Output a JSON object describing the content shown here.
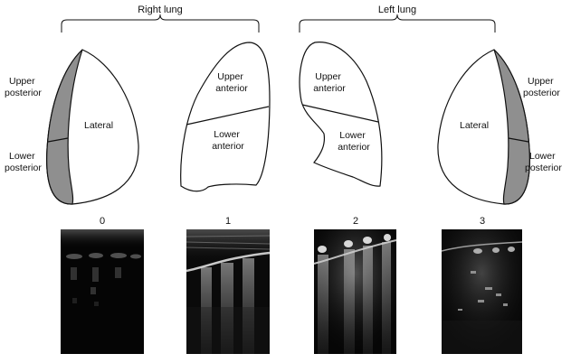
{
  "groups": {
    "right": "Right lung",
    "left": "Left lung"
  },
  "diagrams": {
    "right_lateral": {
      "upper": [
        "Upper",
        "posterior"
      ],
      "lateral": "Lateral",
      "lower": [
        "Lower",
        "posterior"
      ]
    },
    "right_anterior": {
      "upper": [
        "Upper",
        "anterior"
      ],
      "lower": [
        "Lower",
        "anterior"
      ]
    },
    "left_anterior": {
      "upper": [
        "Upper",
        "anterior"
      ],
      "lower": [
        "Lower",
        "anterior"
      ]
    },
    "left_lateral": {
      "upper": [
        "Upper",
        "posterior"
      ],
      "lateral": "Lateral",
      "lower": [
        "Lower",
        "posterior"
      ]
    }
  },
  "scores": [
    "0",
    "1",
    "2",
    "3"
  ],
  "colors": {
    "shaded": "#8f8f8f",
    "stroke": "#111111"
  }
}
